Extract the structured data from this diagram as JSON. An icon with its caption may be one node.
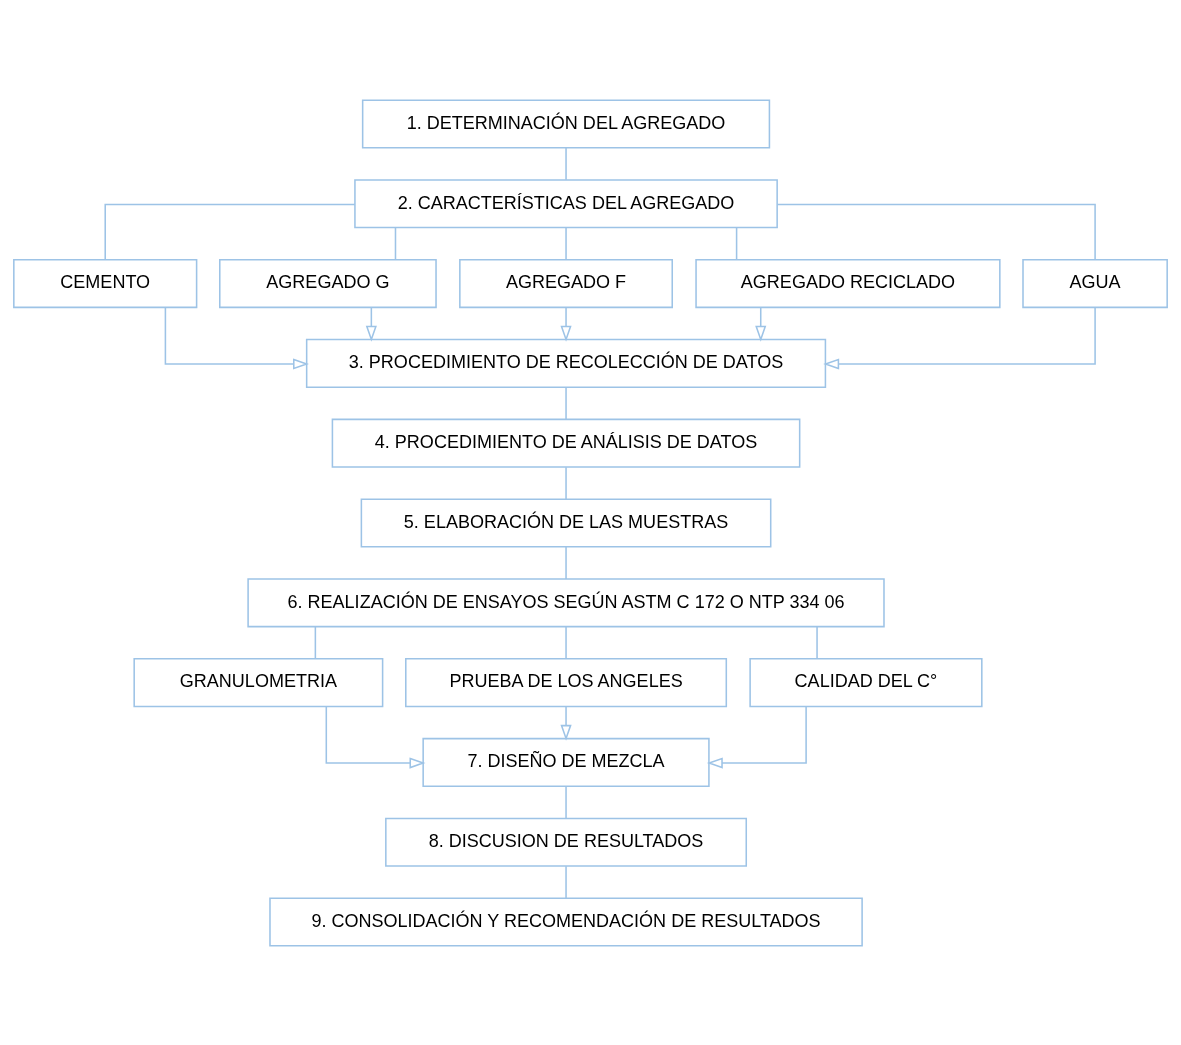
{
  "diagram": {
    "nodes": [
      {
        "text": [
          "1. DETERMINACIÓN DEL AGREGADO"
        ]
      },
      {
        "text": [
          "2. CARACTERÍSTICAS DEL AGREGADO"
        ]
      },
      {
        "text": [
          "CEMENTO"
        ]
      },
      {
        "text": [
          "AGREGADO G"
        ]
      },
      {
        "text": [
          "AGREGADO F"
        ]
      },
      {
        "text": [
          "AGREGADO RECICLADO"
        ]
      },
      {
        "text": [
          "AGUA"
        ]
      },
      {
        "text": [
          "3. PROCEDIMIENTO DE RECOLECCIÓN DE DATOS"
        ]
      },
      {
        "text": [
          "4. PROCEDIMIENTO DE ANÁLISIS DE DATOS"
        ]
      },
      {
        "text": [
          "5. ELABORACIÓN DE LAS MUESTRAS"
        ]
      },
      {
        "text": [
          "6. REALIZACIÓN DE ENSAYOS SEGÚN ASTM C 172 O NTP 334 06"
        ]
      },
      {
        "text": [
          "GRANULOMETRIA"
        ]
      },
      {
        "text": [
          "PRUEBA DE LOS ANGELES"
        ]
      },
      {
        "text": [
          "CALIDAD DEL C°"
        ]
      },
      {
        "text": [
          "7. DISEÑO DE MEZCLA"
        ]
      },
      {
        "text": [
          "8. DISCUSION DE RESULTADOS"
        ]
      },
      {
        "text": [
          "9. CONSOLIDACIÓN Y RECOMENDACIÓN DE RESULTADOS"
        ]
      }
    ],
    "edges": [
      {
        "from": 0,
        "to": 1,
        "arrow": "none"
      },
      {
        "from": 1,
        "to": 2,
        "arrow": "none"
      },
      {
        "from": 1,
        "to": 3,
        "arrow": "none"
      },
      {
        "from": 1,
        "to": 4,
        "arrow": "none"
      },
      {
        "from": 1,
        "to": 5,
        "arrow": "none"
      },
      {
        "from": 1,
        "to": 6,
        "arrow": "none"
      },
      {
        "from": 2,
        "to": 7,
        "arrow": "to"
      },
      {
        "from": 3,
        "to": 7,
        "arrow": "to"
      },
      {
        "from": 4,
        "to": 7,
        "arrow": "to"
      },
      {
        "from": 5,
        "to": 7,
        "arrow": "to"
      },
      {
        "from": 6,
        "to": 7,
        "arrow": "to"
      },
      {
        "from": 7,
        "to": 8,
        "arrow": "none"
      },
      {
        "from": 8,
        "to": 9,
        "arrow": "none"
      },
      {
        "from": 9,
        "to": 10,
        "arrow": "none"
      },
      {
        "from": 10,
        "to": 11,
        "arrow": "none"
      },
      {
        "from": 10,
        "to": 12,
        "arrow": "none"
      },
      {
        "from": 10,
        "to": 13,
        "arrow": "none"
      },
      {
        "from": 11,
        "to": 14,
        "arrow": "to"
      },
      {
        "from": 12,
        "to": 14,
        "arrow": "to"
      },
      {
        "from": 13,
        "to": 14,
        "arrow": "to"
      },
      {
        "from": 14,
        "to": 15,
        "arrow": "none"
      },
      {
        "from": 15,
        "to": 16,
        "arrow": "none"
      }
    ]
  }
}
